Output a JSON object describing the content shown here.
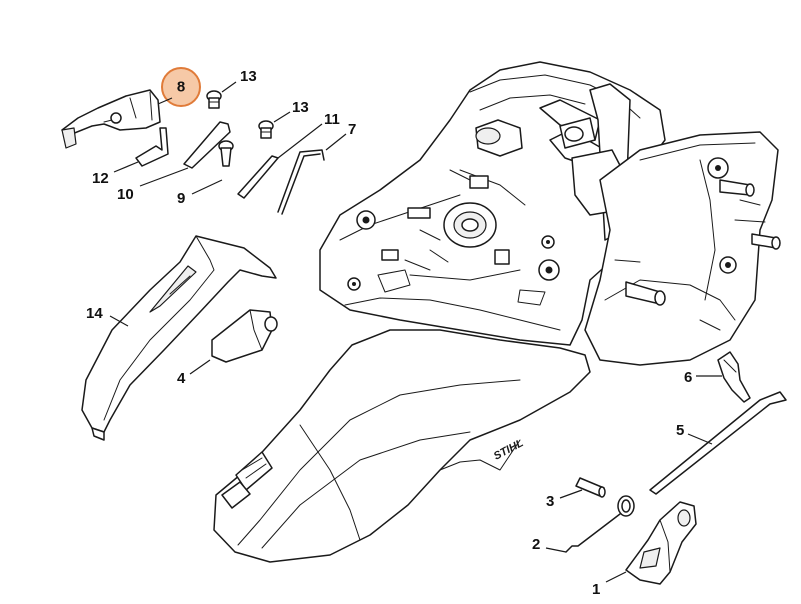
{
  "brand_mark": "STIHL",
  "highlight": {
    "label": "8",
    "color": "#e07b39",
    "fill": "#f6c9a7"
  },
  "callouts": [
    {
      "id": "c8",
      "label": "8"
    },
    {
      "id": "c13a",
      "label": "13"
    },
    {
      "id": "c13b",
      "label": "13"
    },
    {
      "id": "c11",
      "label": "11"
    },
    {
      "id": "c7",
      "label": "7"
    },
    {
      "id": "c12",
      "label": "12"
    },
    {
      "id": "c10",
      "label": "10"
    },
    {
      "id": "c9",
      "label": "9"
    },
    {
      "id": "c14",
      "label": "14"
    },
    {
      "id": "c4",
      "label": "4"
    },
    {
      "id": "c6",
      "label": "6"
    },
    {
      "id": "c5",
      "label": "5"
    },
    {
      "id": "c3",
      "label": "3"
    },
    {
      "id": "c2",
      "label": "2"
    },
    {
      "id": "c1",
      "label": "1"
    }
  ]
}
